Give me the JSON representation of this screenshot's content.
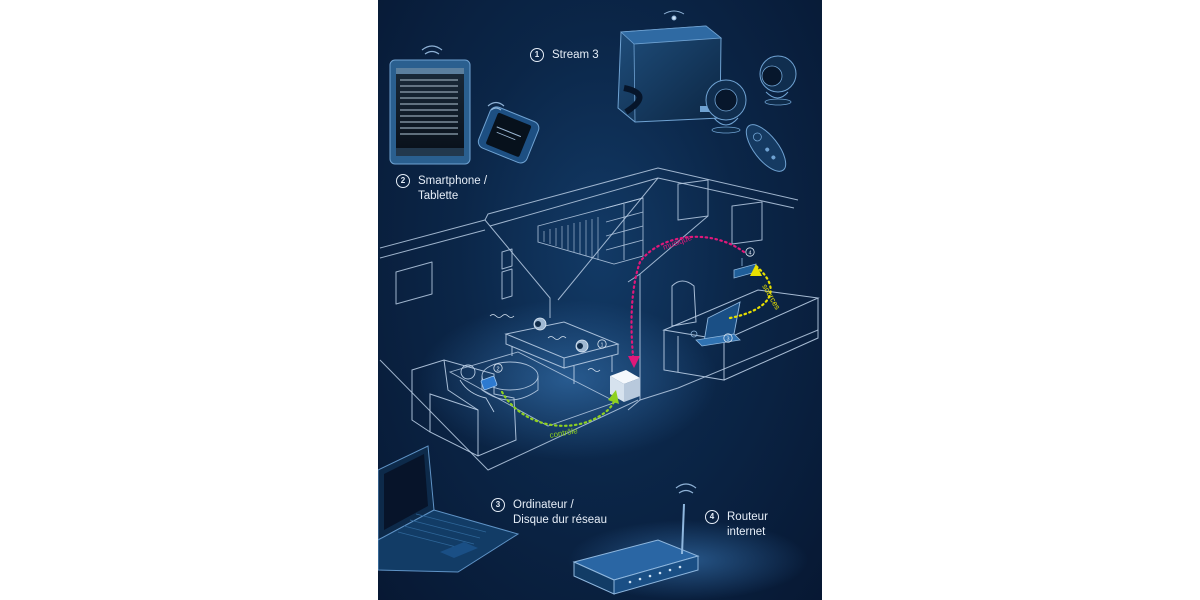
{
  "labels": [
    {
      "num": "1",
      "lines": [
        "Stream 3"
      ]
    },
    {
      "num": "2",
      "lines": [
        "Smartphone /",
        "Tablette"
      ]
    },
    {
      "num": "3",
      "lines": [
        "Ordinateur /",
        "Disque dur réseau"
      ]
    },
    {
      "num": "4",
      "lines": [
        "Routeur",
        "internet"
      ]
    }
  ],
  "flows": {
    "musique": "musique",
    "sources": "sources",
    "controle": "contrôle"
  },
  "markers": [
    "1",
    "2",
    "3",
    "4"
  ],
  "colors": {
    "background": "#0b2648",
    "line": "#b9cde4",
    "musique": "#e0187a",
    "sources": "#e8e000",
    "controle": "#8ed11f"
  }
}
